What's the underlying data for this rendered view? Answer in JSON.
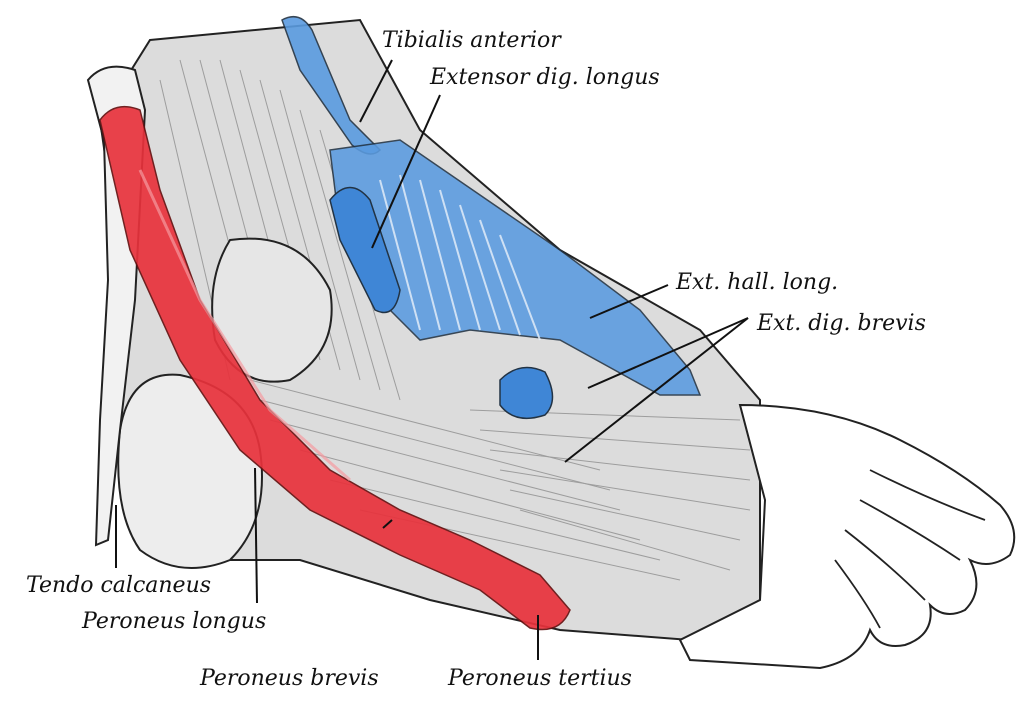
{
  "labels": {
    "tibialis_anterior": "Tibialis anterior",
    "extensor_dig_longus": "Extensor dig. longus",
    "ext_hall_long": "Ext. hall. long.",
    "ext_dig_brevis": "Ext. dig. brevis",
    "tendo_calcaneus": "Tendo calcaneus",
    "peroneus_longus": "Peroneus longus",
    "peroneus_brevis": "Peroneus brevis",
    "peroneus_tertius": "Peroneus tertius"
  },
  "colors": {
    "extensor_blue": "#5a9be0",
    "peroneus_red": "#e8323c",
    "line_ink": "#111111",
    "tissue_gray": "#d6d6d6"
  }
}
